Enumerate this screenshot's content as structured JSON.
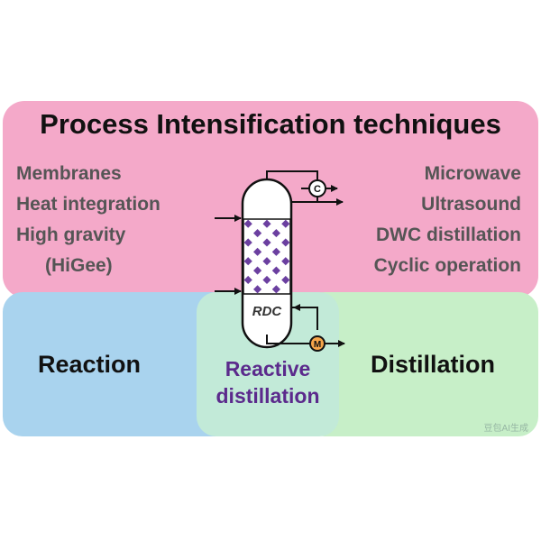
{
  "diagram": {
    "title": "Process Intensification techniques",
    "techniques_left": [
      "Membranes",
      "Heat integration",
      "High gravity",
      "(HiGee)"
    ],
    "techniques_right": [
      "Microwave",
      "Ultrasound",
      "DWC distillation",
      "Cyclic operation"
    ],
    "regions": {
      "reaction": "Reaction",
      "reactive_distillation_line1": "Reactive",
      "reactive_distillation_line2": "distillation",
      "distillation": "Distillation"
    },
    "column": {
      "label": "RDC",
      "condenser_symbol": "C",
      "reboiler_symbol": "M"
    },
    "watermark": "豆包AI生成"
  },
  "colors": {
    "pi_region": "#f4a9c9",
    "reaction_region": "#a9d3ee",
    "distillation_region": "#c7efc8",
    "overlap_region": "#c2ead8",
    "packing": "#6b3fa0",
    "reactive_label": "#5b2a8c",
    "technique_text": "#555555"
  }
}
